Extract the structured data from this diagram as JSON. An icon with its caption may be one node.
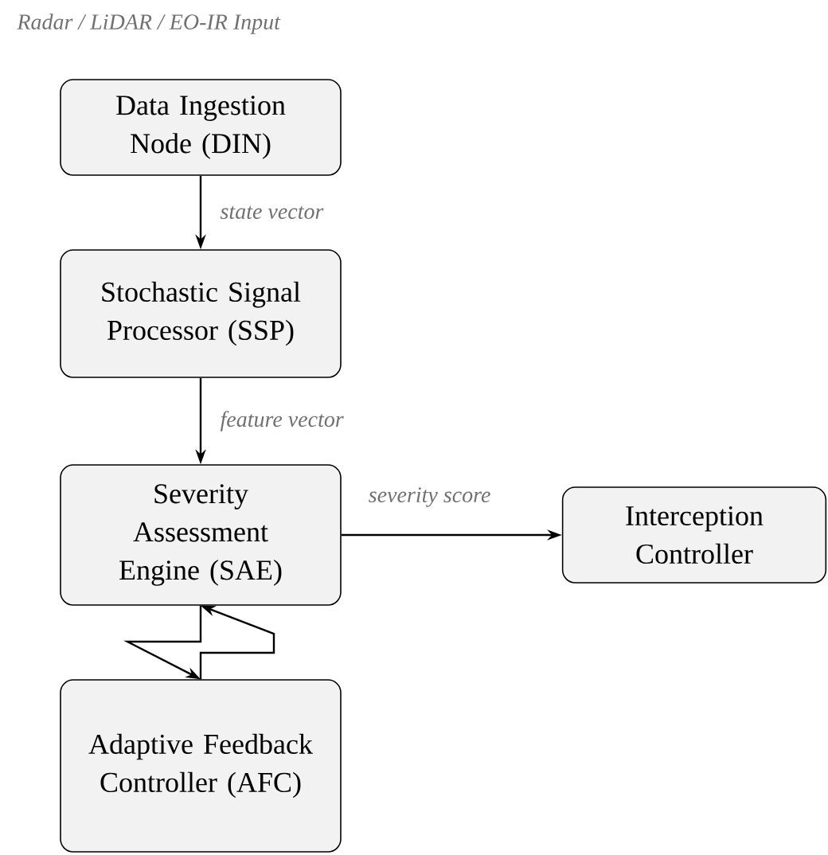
{
  "diagram": {
    "nodes": [
      {
        "text": [
          "Data Ingestion Node (DIN)"
        ]
      },
      {
        "text": [
          "Stochastic Signal Processor (SSP)"
        ]
      },
      {
        "text": [
          "Severity Assessment Engine (SAE)"
        ]
      },
      {
        "text": [
          "Interception Controller"
        ]
      },
      {
        "text": [
          "Adaptive Feedback Controller (AFC)"
        ]
      }
    ],
    "edges": [
      {
        "from": 0,
        "to": 1,
        "arrow": "to",
        "label": "state vector"
      },
      {
        "from": 1,
        "to": 2,
        "arrow": "to",
        "label": "feature vector"
      },
      {
        "from": 2,
        "to": 3,
        "arrow": "to",
        "label": "severity score"
      },
      {
        "from": 2,
        "to": 4,
        "arrow": "to"
      },
      {
        "from": 4,
        "to": 2,
        "arrow": "to"
      }
    ],
    "labels": [
      "Radar / LiDAR / EO-IR Input"
    ]
  }
}
